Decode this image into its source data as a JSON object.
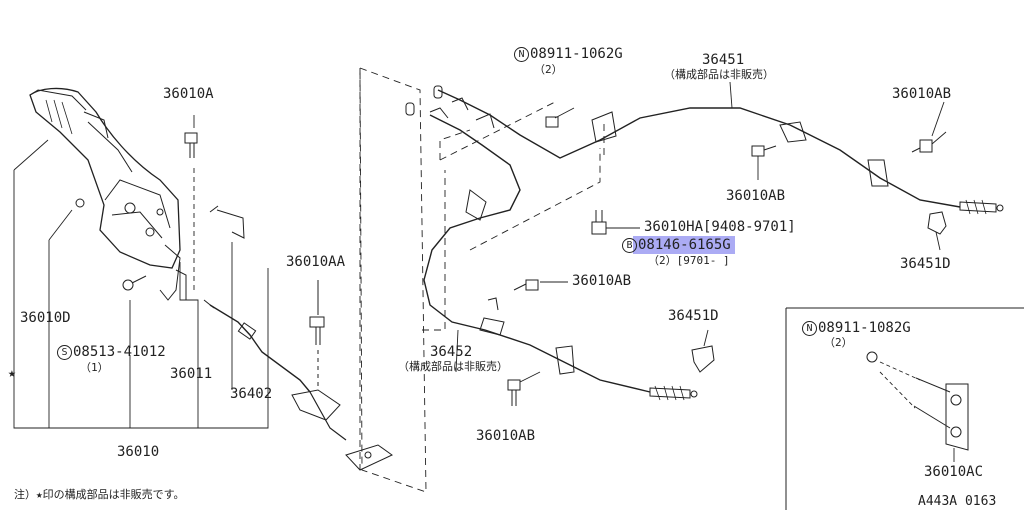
{
  "parts": {
    "p36010A": "36010A",
    "p36010D": "36010D",
    "p08513_code": "08513-41012",
    "p08513_marker": "S",
    "p08513_qty": "（1）",
    "p36011": "36011",
    "p36010": "36010",
    "p36402": "36402",
    "p36010AA": "36010AA",
    "p08911a_marker": "N",
    "p08911a_code": "08911-1062G",
    "p08911a_qty": "（2）",
    "p36451": "36451",
    "p36451_note": "（構成部品は非販売）",
    "p36010AB_a": "36010AB",
    "p36010AB_b": "36010AB",
    "p36010AB_c": "36010AB",
    "p36010AB_d": "36010AB",
    "p36010HA": "36010HA[9408-9701]",
    "p08146_marker": "B",
    "p08146_code": "08146-6165G",
    "p08146_qty": "（2）[9701-      ]",
    "p36451D_a": "36451D",
    "p36451D_b": "36451D",
    "p36452": "36452",
    "p36452_note": "（構成部品は非販売）",
    "p08911b_marker": "N",
    "p08911b_code": "08911-1082G",
    "p08911b_qty": "（2）",
    "p36010AC": "36010AC"
  },
  "star": "★",
  "footnote": "注）★印の構成部品は非販売です。",
  "diagram_code": "A443A 0163"
}
